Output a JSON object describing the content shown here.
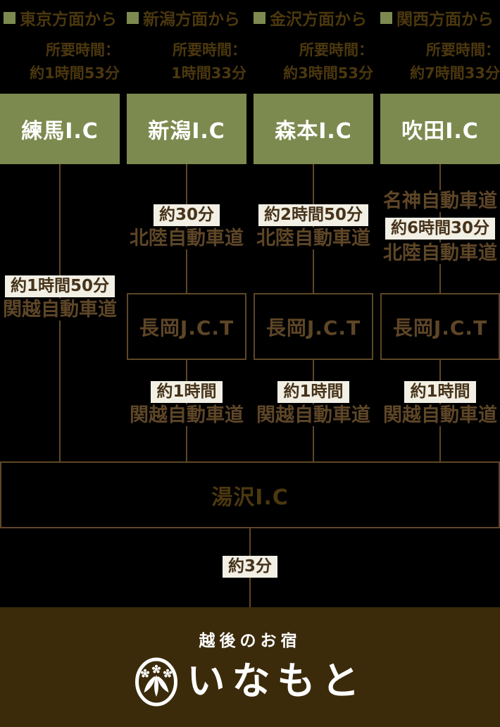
{
  "colors": {
    "background": "#000000",
    "accent_green": "#7d8a4f",
    "text_dark_brown": "#4c380e",
    "line_brown": "#5e4627",
    "badge_background": "#f2efe5",
    "badge_text": "#46331a",
    "footer_background": "#3b2b0b",
    "white": "#ffffff"
  },
  "columns": [
    {
      "origin": "東京方面から",
      "duration_label": "所要時間：",
      "duration": "約1時間53分",
      "entry_ic": "練馬I.C",
      "route": {
        "time_badge": "約1時間50分",
        "road": "関越自動車道"
      }
    },
    {
      "origin": "新潟方面から",
      "duration_label": "所要時間：",
      "duration": "1時間33分",
      "entry_ic": "新潟I.C",
      "route": {
        "time_badge": "約30分",
        "road": "北陸自動車道"
      },
      "junction": "長岡J.C.T",
      "route2": {
        "time_badge": "約1時間",
        "road": "関越自動車道"
      }
    },
    {
      "origin": "金沢方面から",
      "duration_label": "所要時間：",
      "duration": "約3時間53分",
      "entry_ic": "森本I.C",
      "route": {
        "time_badge": "約2時間50分",
        "road": "北陸自動車道"
      },
      "junction": "長岡J.C.T",
      "route2": {
        "time_badge": "約1時間",
        "road": "関越自動車道"
      }
    },
    {
      "origin": "関西方面から",
      "duration_label": "所要時間：",
      "duration": "約7時間33分",
      "entry_ic": "吹田I.C",
      "route": {
        "road_before": "名神自動車道",
        "time_badge": "約6時間30分",
        "road": "北陸自動車道"
      },
      "junction": "長岡J.C.T",
      "route2": {
        "time_badge": "約1時間",
        "road": "関越自動車道"
      }
    }
  ],
  "merge_ic": "湯沢I.C",
  "final_leg": {
    "time_badge": "約3分"
  },
  "footer": {
    "tagline": "越後のお宿",
    "brand": "いなもと",
    "crest_icon": "bamboo-crest-icon"
  }
}
